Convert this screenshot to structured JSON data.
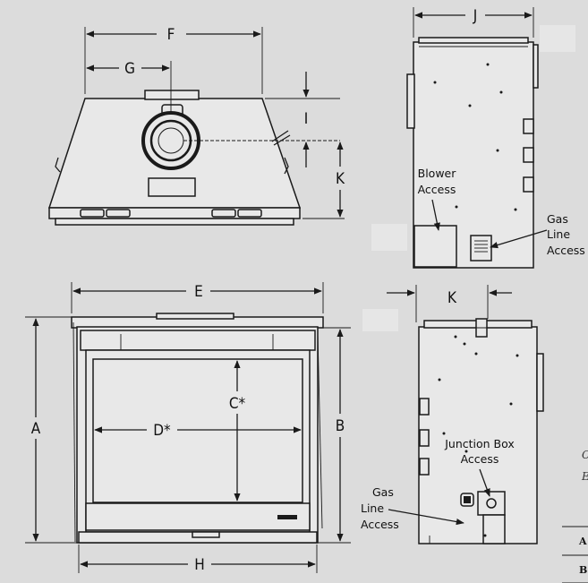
{
  "dimensions": {
    "A": "A",
    "B": "B",
    "C": "C*",
    "D": "D*",
    "E": "E",
    "F": "F",
    "G": "G",
    "H": "H",
    "I": "I",
    "J": "J",
    "K_top": "K",
    "K_side": "K"
  },
  "callouts": {
    "blower_access": [
      "Blower",
      "Access"
    ],
    "gas_line_access_rear": [
      "Gas",
      "Line",
      "Access"
    ],
    "gas_line_access_side": [
      "Gas",
      "Line",
      "Access"
    ],
    "junction_box_access": [
      "Junction Box",
      "Access"
    ]
  },
  "cropped_text": {
    "line1": "C",
    "line2": "E",
    "table_row_a": "A",
    "table_row_b": "B"
  },
  "colors": {
    "background": "#dcdcdc",
    "line": "#1a1a1a",
    "unit_fill": "#e8e8e8"
  }
}
